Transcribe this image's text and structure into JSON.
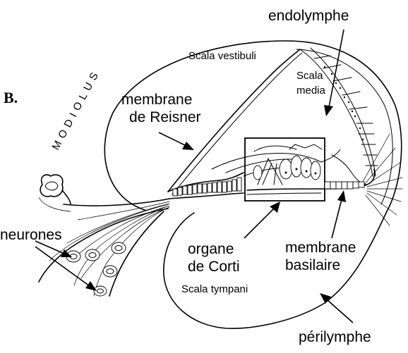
{
  "figure": {
    "panel_letter": "B.",
    "labels": {
      "modiolus": "MODIOLUS",
      "scala_vestibuli": "Scala vestibuli",
      "endolymphe": "endolymphe",
      "scala_media_1": "Scala",
      "scala_media_2": "media",
      "membrane_reisner_1": "membrane",
      "membrane_reisner_2": "de Reisner",
      "neurones": "neurones",
      "organe_corti_1": "organe",
      "organe_corti_2": "de Corti",
      "membrane_basilaire_1": "membrane",
      "membrane_basilaire_2": "basilaire",
      "scala_tympani": "Scala tympani",
      "perilymphe": "périlymphe"
    }
  }
}
